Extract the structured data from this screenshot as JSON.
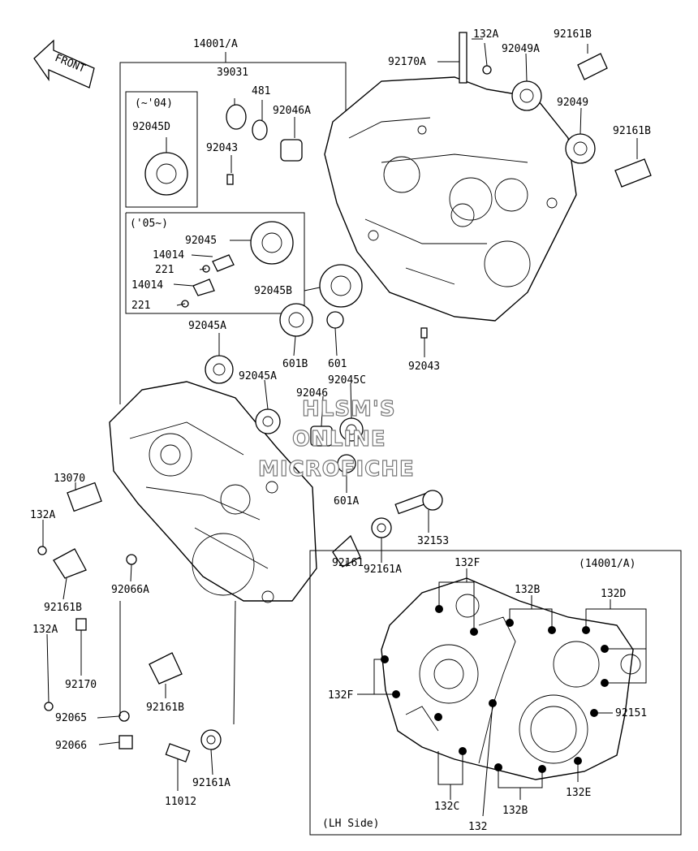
{
  "front_label": "FRONT",
  "watermark": [
    "HLSM'S",
    "ONLINE",
    "MICROFICHE"
  ],
  "variant_labels": {
    "early": "(~'04)",
    "late": "('05~)"
  },
  "inset": {
    "assembly_label": "(14001/A)",
    "side_label": "(LH Side)"
  },
  "parts": {
    "p14001A": "14001/A",
    "p132A_top": "132A",
    "p92161B_top1": "92161B",
    "p92170A": "92170A",
    "p92049A": "92049A",
    "p39031": "39031",
    "p481": "481",
    "p92046A": "92046A",
    "p92049": "92049",
    "p92161B_top2": "92161B",
    "p92045D": "92045D",
    "p92043_top": "92043",
    "p92045": "92045",
    "p14014_a": "14014",
    "p221_a": "221",
    "p14014_b": "14014",
    "p221_b": "221",
    "p92045B": "92045B",
    "p92045A_1": "92045A",
    "p601B": "601B",
    "p601": "601",
    "p92043_bot": "92043",
    "p92045A_2": "92045A",
    "p92045C": "92045C",
    "p92046": "92046",
    "p13070": "13070",
    "p132A_left": "132A",
    "p601A": "601A",
    "p32153": "32153",
    "p92066A": "92066A",
    "p92161A_1": "92161A",
    "p92161": "92161",
    "p92161B_left": "92161B",
    "p132A_left2": "132A",
    "p92170": "92170",
    "p92161B_bot": "92161B",
    "p92065": "92065",
    "p92066": "92066",
    "p92161A_2": "92161A",
    "p11012": "11012"
  },
  "inset_parts": {
    "p132F_top": "132F",
    "p132B_top": "132B",
    "p132D": "132D",
    "p132F_left": "132F",
    "p92151": "92151",
    "p132E": "132E",
    "p132C": "132C",
    "p132B_bot": "132B",
    "p132": "132"
  }
}
